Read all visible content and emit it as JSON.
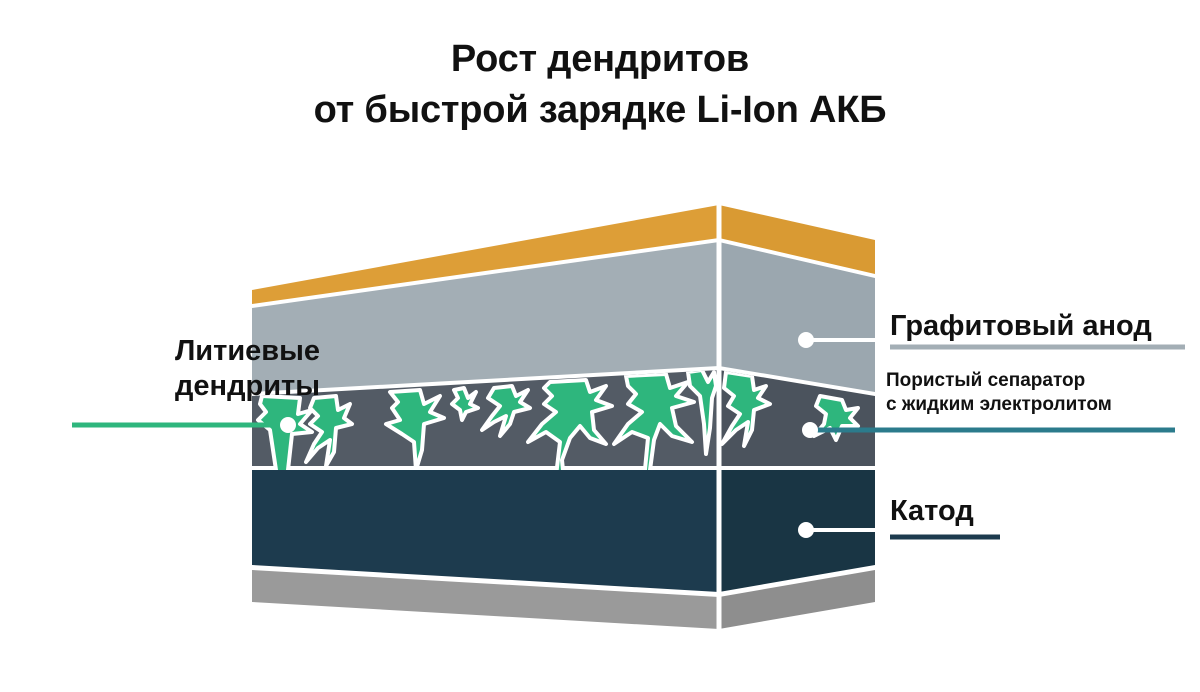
{
  "title": {
    "line1": "Рост дендритов",
    "line2": "от быстрой зарядке Li-Ion АКБ"
  },
  "labels": {
    "anode": "Графитовый анод",
    "separator_line1": "Пористый сепаратор",
    "separator_line2": "с жидким электролитом",
    "cathode": "Катод",
    "dendrites_line1": "Литиевые",
    "dendrites_line2": "дендриты"
  },
  "colors": {
    "current_collector_top": "#DD9E37",
    "current_collector_top_side": "#D99A33",
    "anode": "#A3AEB5",
    "anode_side": "#9BA7AF",
    "separator": "#535B65",
    "separator_side": "#4B535D",
    "cathode": "#1D3B4E",
    "cathode_side": "#193544",
    "base_collector": "#9A9A9A",
    "base_collector_side": "#8E8E8E",
    "dendrite": "#2EB67D",
    "dendrite_outline": "#FFFFFF",
    "leader_white": "#FFFFFF",
    "leader_teal": "#2B7B8C",
    "leader_green": "#2EB67D",
    "leader_navy": "#1D3B4E",
    "leader_grey": "#A3AEB5",
    "text": "#111111",
    "background": "#FFFFFF"
  },
  "diagram": {
    "type": "isometric-layer-stack",
    "layers": [
      {
        "name": "copper-current-collector",
        "label_key": "none",
        "color": "#DD9E37"
      },
      {
        "name": "graphite-anode",
        "label_key": "anode",
        "color": "#A3AEB5"
      },
      {
        "name": "porous-separator",
        "label_key": "separator",
        "color": "#535B65"
      },
      {
        "name": "cathode",
        "label_key": "cathode",
        "color": "#1D3B4E"
      },
      {
        "name": "aluminium-current-collector",
        "label_key": "none",
        "color": "#9A9A9A"
      }
    ],
    "annotations": [
      {
        "name": "lithium-dendrites",
        "side": "left",
        "target_layer": "porous-separator"
      },
      {
        "name": "graphite-anode",
        "side": "right",
        "target_layer": "graphite-anode"
      },
      {
        "name": "porous-separator",
        "side": "right",
        "target_layer": "porous-separator"
      },
      {
        "name": "cathode",
        "side": "right",
        "target_layer": "cathode"
      }
    ]
  }
}
